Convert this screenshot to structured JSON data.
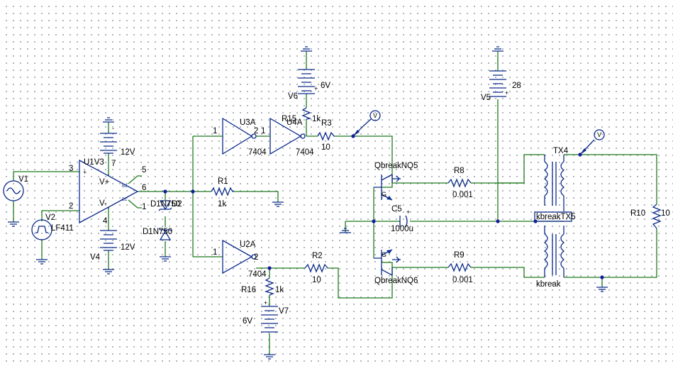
{
  "schematic": {
    "sources": {
      "v1": "V1",
      "v2": "V2",
      "v3": "V3",
      "v3_value": "12V",
      "v4": "V4",
      "v4_value": "12V",
      "v5": "V5",
      "v5_value": "28",
      "v6": "V6",
      "v6_value": "6V",
      "v7": "V7",
      "v7_value": "6V"
    },
    "opamp": {
      "ref": "U1",
      "ref_overlap": "U1V3",
      "part": "LF411",
      "pin3": "3",
      "pin2": "2",
      "pin7": "7",
      "pin4": "4",
      "pin6": "6",
      "pin5": "5",
      "pin1": "1",
      "in_plus": "+",
      "in_minus": "-",
      "v_plus": "V+",
      "v_minus": "V-"
    },
    "diodes": {
      "d1_label": "D1N750",
      "d1_label_alt": "D1N750",
      "d2_label": "D1N750",
      "d2_ref": "D2"
    },
    "gates": {
      "u3a": "U3A",
      "u3a_part": "7404",
      "u3a_in": "1",
      "u3a_out": "2",
      "u4a": "U4A",
      "u4a_part": "7404",
      "u4a_in": "1",
      "u2a": "U2A",
      "u2a_part": "7404",
      "u2a_in": "1",
      "u2a_out": "2"
    },
    "resistors": {
      "r1": "R1",
      "r1_value": "1k",
      "r2": "R2",
      "r2_value": "10",
      "r3": "R3",
      "r3_value": "10",
      "r8": "R8",
      "r8_value": "0.001",
      "r9": "R9",
      "r9_value": "0.001",
      "r10": "R10",
      "r10_value": "10",
      "r15": "R15",
      "r15_value": "1k",
      "r16": "R16",
      "r16_value": "1k"
    },
    "transistors": {
      "q5_label": "QbreakNQ5",
      "q6_label": "QbreakNQ6"
    },
    "capacitor": {
      "ref": "C5",
      "value": "1000u"
    },
    "transformers": {
      "tx4": "TX4",
      "tx5": "TX5",
      "tx4_part": "kbreak",
      "tx5_part": "kbreak",
      "tx_overlap": "kbreakTX5"
    },
    "probe_letter": "V"
  }
}
